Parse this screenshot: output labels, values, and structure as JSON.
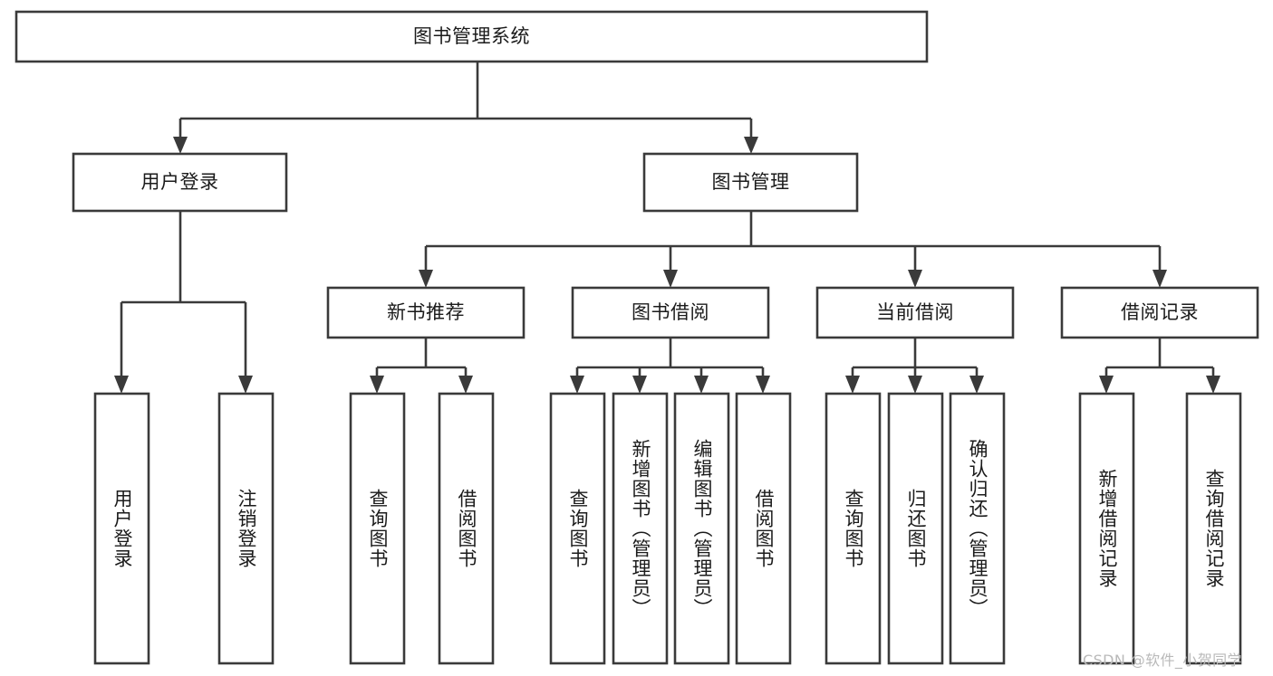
{
  "diagram": {
    "type": "tree-hierarchy",
    "title": "图书管理系统",
    "root": {
      "id": "root",
      "label": "图书管理系统"
    },
    "level1": [
      {
        "id": "user-login",
        "label": "用户登录"
      },
      {
        "id": "book-manage",
        "label": "图书管理"
      }
    ],
    "level2": [
      {
        "id": "new-book-recommend",
        "label": "新书推荐",
        "parent": "book-manage"
      },
      {
        "id": "book-borrow",
        "label": "图书借阅",
        "parent": "book-manage"
      },
      {
        "id": "current-borrow",
        "label": "当前借阅",
        "parent": "book-manage"
      },
      {
        "id": "borrow-record",
        "label": "借阅记录",
        "parent": "book-manage"
      }
    ],
    "leaves": [
      {
        "id": "leaf-user-login",
        "label": "用户登录",
        "parent": "user-login"
      },
      {
        "id": "leaf-logout-login",
        "label": "注销登录",
        "parent": "user-login"
      },
      {
        "id": "leaf-query-book-1",
        "label": "查询图书",
        "parent": "new-book-recommend"
      },
      {
        "id": "leaf-borrow-book-1",
        "label": "借阅图书",
        "parent": "new-book-recommend"
      },
      {
        "id": "leaf-query-book-2",
        "label": "查询图书",
        "parent": "book-borrow"
      },
      {
        "id": "leaf-add-book",
        "label": "新增图书（管理员）",
        "parent": "book-borrow"
      },
      {
        "id": "leaf-edit-book",
        "label": "编辑图书（管理员）",
        "parent": "book-borrow"
      },
      {
        "id": "leaf-borrow-book-2",
        "label": "借阅图书",
        "parent": "book-borrow"
      },
      {
        "id": "leaf-query-book-3",
        "label": "查询图书",
        "parent": "current-borrow"
      },
      {
        "id": "leaf-return-book",
        "label": "归还图书",
        "parent": "current-borrow"
      },
      {
        "id": "leaf-confirm-return",
        "label": "确认归还（管理员）",
        "parent": "current-borrow"
      },
      {
        "id": "leaf-add-record",
        "label": "新增借阅记录",
        "parent": "borrow-record"
      },
      {
        "id": "leaf-query-record",
        "label": "查询借阅记录",
        "parent": "borrow-record"
      }
    ],
    "colors": {
      "stroke": "#3a3a3a",
      "fill": "#ffffff",
      "text": "#1b1b1b",
      "watermark": "#b9b9b9",
      "background": "#ffffff"
    }
  },
  "watermark": {
    "text": "CSDN @软件_小贺同学"
  }
}
